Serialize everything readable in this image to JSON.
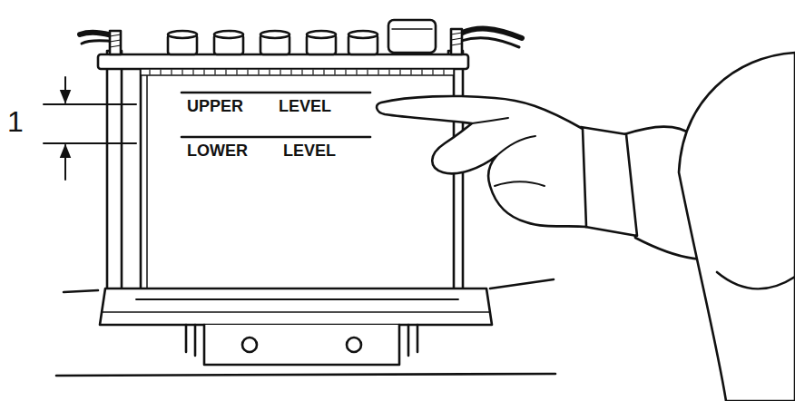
{
  "diagram": {
    "labels": [
      "1",
      "UPPER LEVEL",
      "LOWER LEVEL"
    ]
  }
}
